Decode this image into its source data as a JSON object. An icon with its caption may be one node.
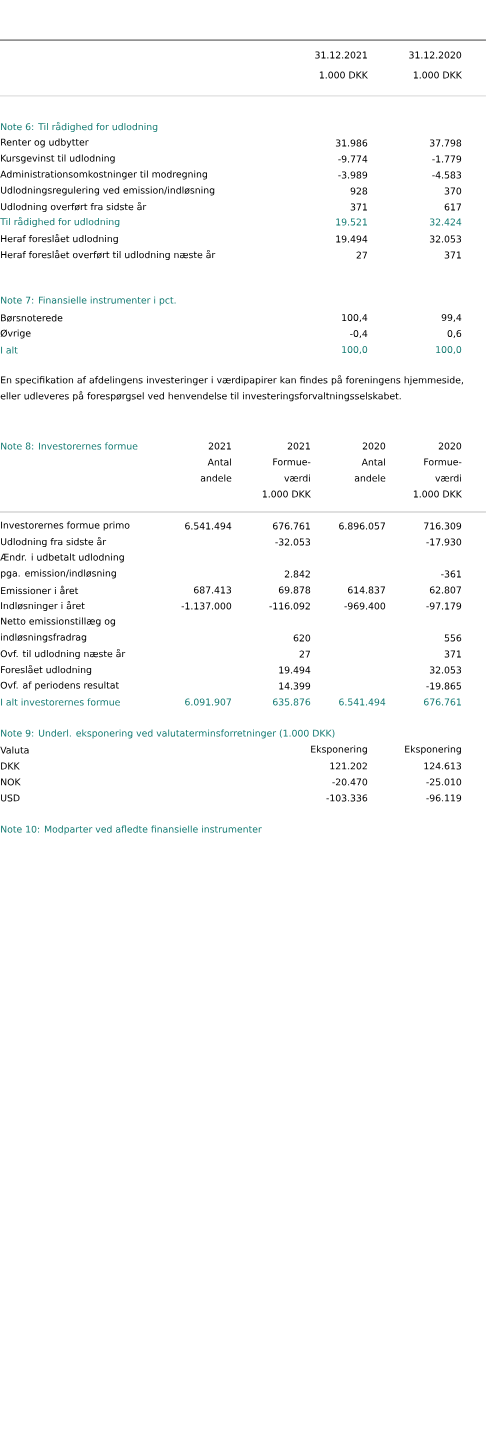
{
  "diagram": {
    "labels": [
      "31.12.2021",
      "31.12.2020",
      "1.000 DKK",
      "1.000 DKK",
      "Note 6: Til rådighed for udlodning",
      "Renter og udbytter",
      "31.986",
      "37.798",
      "Kursgevinst til udlodning",
      "-9.774",
      "-1.779",
      "Administrationsomkostninger til modregning",
      "-3.989",
      "-4.583",
      "Udlodningsregulering ved emission/indløsning",
      "928",
      "370",
      "Udlodning overført fra sidste år",
      "371",
      "617",
      "Til rådighed for udlodning",
      "19.521",
      "32.424",
      "Heraf foreslået udlodning",
      "19.494",
      "32.053",
      "Heraf foreslået overført til udlodning næste år",
      "27",
      "371",
      "Note 7: Finansielle instrumenter i pct.",
      "Børsnoterede",
      "100,4",
      "99,4",
      "Øvrige",
      "-0,4",
      "0,6",
      "I alt",
      "100,0",
      "100,0",
      "En specifikation af afdelingens investeringer i værdipapirer kan findes på foreningens hjemmeside, eller udleveres på forespørgsel ved henvendelse til investeringsforvaltningsselskabet.",
      "Note 8: Investorernes formue",
      "2021",
      "2021",
      "2020",
      "2020",
      "Antal",
      "Formue-",
      "Antal",
      "Formue-",
      "andele",
      "værdi",
      "andele",
      "værdi",
      "1.000 DKK",
      "1.000 DKK",
      "Investorernes formue primo",
      "6.541.494",
      "676.761",
      "6.896.057",
      "716.309",
      "Udlodning fra sidste år",
      "-32.053",
      "-17.930",
      "Ændr. i udbetalt udlodning",
      "pga. emission/indløsning",
      "2.842",
      "-361",
      "Emissioner i året",
      "687.413",
      "69.878",
      "614.837",
      "62.807",
      "Indløsninger i året",
      "-1.137.000",
      "-116.092",
      "-969.400",
      "-97.179",
      "Netto emissionstillæg og",
      "indløsningsfradrag",
      "620",
      "556",
      "Ovf. til udlodning næste år",
      "27",
      "371",
      "Foreslået udlodning",
      "19.494",
      "32.053",
      "Ovf. af periodens resultat",
      "14.399",
      "-19.865",
      "I alt investorernes formue",
      "6.091.907",
      "635.876",
      "6.541.494",
      "676.761",
      "Note 9: Underl. eksponering ved valutaterminsforretninger (1.000 DKK)",
      "Valuta",
      "Eksponering",
      "Eksponering",
      "DKK",
      "121.202",
      "124.613",
      "NOK",
      "-20.470",
      "-25.010",
      "USD",
      "-103.336",
      "-96.119",
      "Note 10: Modparter ved afledte finansielle instrumenter"
    ]
  }
}
